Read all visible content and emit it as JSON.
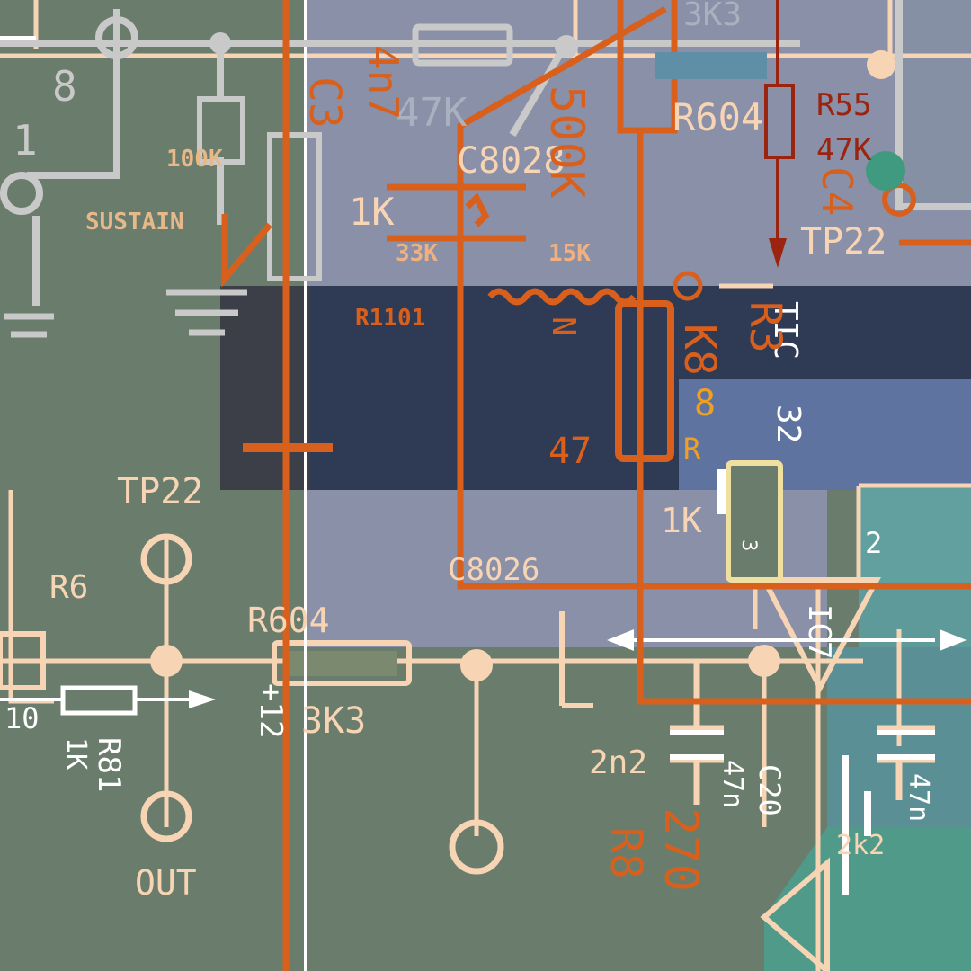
{
  "palette": {
    "green": "#6a7d6c",
    "lavender": "#8a90a8",
    "navy": "#2f3a55",
    "steel": "#5e73a0",
    "teal": "#5e9a9a",
    "sea": "#4f9a88",
    "cream": "#f7d4b4",
    "orange": "#d9601c",
    "amber": "#f0a020",
    "grey": "#c9c9c9",
    "white": "#ffffff",
    "darkred": "#9a2410"
  },
  "labels": {
    "c3": "C3",
    "c3_value": "4n7",
    "r47k_top": "47K",
    "r_500k": "500K",
    "r_3k3_top": "3K3",
    "r604_top": "R604",
    "r55": "R55",
    "r55_value": "47K",
    "c4": "C4",
    "tp22_top": "TP22",
    "r1k_left": "1K",
    "c8028_top": "C8028",
    "r33k": "33K",
    "r_15k": "15K",
    "r1101": "R1101",
    "r_100k": "100K",
    "sustain": "SUSTAIN",
    "r_mirror": "R6",
    "r2_value": "2k2",
    "n": "N",
    "k8": "K8",
    "r3": "R3",
    "tic": "TIC",
    "val_8": "8",
    "val_32": "32",
    "r47_small": "47",
    "r_small": "R",
    "tp22_bottom": "TP22",
    "r1k_mid": "1K",
    "ic7": "IC7",
    "pin2": "2",
    "pin3": "3",
    "c8026_bottom": "C8026",
    "r604_bottom": "R604",
    "r3k3_bottom": "3K3",
    "plus12": "+12",
    "r81": "R81",
    "r81_value": "1K",
    "out": "OUT",
    "c2": "2n2",
    "c20": "C20",
    "c20_value": "47n",
    "r8": "R8",
    "r8_value": "270",
    "c1_value": "47n",
    "node_8": "8",
    "node_1": "1",
    "node_10": "10"
  }
}
